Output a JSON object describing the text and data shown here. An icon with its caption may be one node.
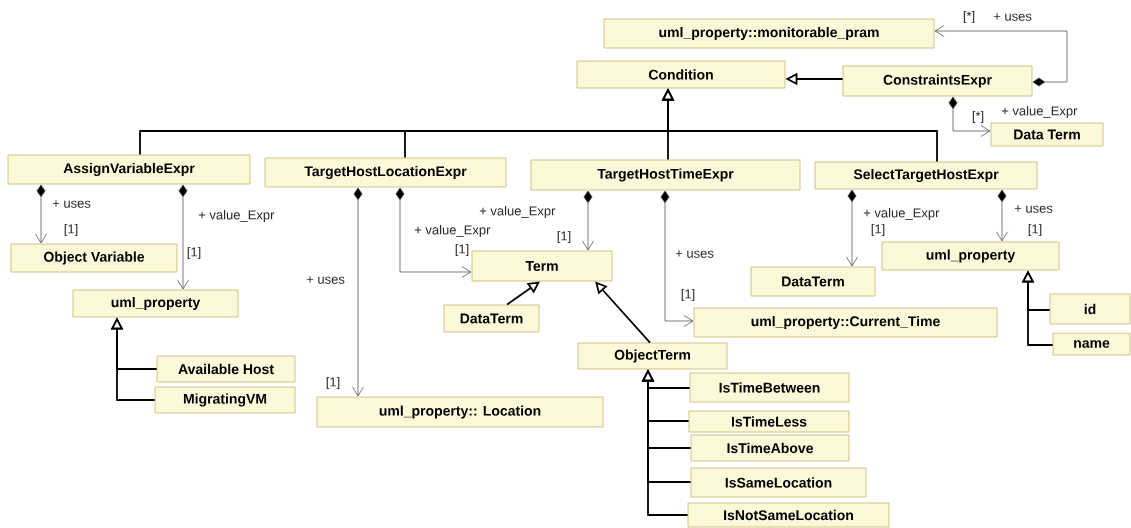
{
  "diagram": {
    "nodes": [
      {
        "text": [
          "uml_property::monitorable_pram"
        ]
      },
      {
        "text": [
          "Condition"
        ]
      },
      {
        "text": [
          "ConstraintsExpr"
        ]
      },
      {
        "text": [
          "Data Term"
        ]
      },
      {
        "text": [
          "AssignVariableExpr"
        ]
      },
      {
        "text": [
          "TargetHostLocationExpr"
        ]
      },
      {
        "text": [
          "TargetHostTimeExpr"
        ]
      },
      {
        "text": [
          "SelectTargetHostExpr"
        ]
      },
      {
        "text": [
          "Object Variable"
        ]
      },
      {
        "text": [
          "uml_property"
        ]
      },
      {
        "text": [
          "Term"
        ]
      },
      {
        "text": [
          "DataTerm"
        ]
      },
      {
        "text": [
          "DataTerm"
        ]
      },
      {
        "text": [
          "uml_property"
        ]
      },
      {
        "text": [
          "uml_property::Current_Time"
        ]
      },
      {
        "text": [
          "ObjectTerm"
        ]
      },
      {
        "text": [
          "id"
        ]
      },
      {
        "text": [
          "name"
        ]
      },
      {
        "text": [
          "Available Host"
        ]
      },
      {
        "text": [
          "MigratingVM"
        ]
      },
      {
        "text": [
          "uml_property:: Location"
        ]
      },
      {
        "text": [
          "IsTimeBetween"
        ]
      },
      {
        "text": [
          "IsTimeLess"
        ]
      },
      {
        "text": [
          "IsTimeAbove"
        ]
      },
      {
        "text": [
          "IsSameLocation"
        ]
      },
      {
        "text": [
          "IsNotSameLocation"
        ]
      }
    ],
    "edges": [
      {
        "from": 2,
        "to": 0,
        "arrow": "to",
        "label": "+ uses",
        "color": "#444444"
      },
      {
        "from": 2,
        "to": 3,
        "arrow": "to",
        "label": "+ value_Expr",
        "color": "#444444"
      },
      {
        "from": 4,
        "to": 8,
        "arrow": "to",
        "label": "+ uses",
        "color": "#444444"
      },
      {
        "from": 4,
        "to": 9,
        "arrow": "to",
        "label": "+ value_Expr",
        "color": "#444444"
      },
      {
        "from": 5,
        "to": 20,
        "arrow": "to",
        "label": "+ uses",
        "color": "#444444"
      },
      {
        "from": 5,
        "to": 10,
        "arrow": "to",
        "label": "+ value_Expr",
        "color": "#444444"
      },
      {
        "from": 6,
        "to": 10,
        "arrow": "to",
        "label": "+ value_Expr",
        "color": "#444444"
      },
      {
        "from": 6,
        "to": 14,
        "arrow": "to",
        "label": "+ uses",
        "color": "#444444"
      },
      {
        "from": 7,
        "to": 12,
        "arrow": "to",
        "label": "+ value_Expr",
        "color": "#444444"
      },
      {
        "from": 7,
        "to": 13,
        "arrow": "to",
        "label": "+ uses",
        "color": "#444444"
      },
      {
        "from": 2,
        "to": 1,
        "arrow": "to"
      },
      {
        "from": 4,
        "to": 1,
        "arrow": "to"
      },
      {
        "from": 5,
        "to": 1,
        "arrow": "to"
      },
      {
        "from": 6,
        "to": 1,
        "arrow": "to"
      },
      {
        "from": 7,
        "to": 1,
        "arrow": "to"
      },
      {
        "from": 11,
        "to": 10,
        "arrow": "to"
      },
      {
        "from": 15,
        "to": 10,
        "arrow": "to"
      },
      {
        "from": 18,
        "to": 9,
        "arrow": "to"
      },
      {
        "from": 19,
        "to": 9,
        "arrow": "to"
      },
      {
        "from": 16,
        "to": 13,
        "arrow": "to"
      },
      {
        "from": 17,
        "to": 13,
        "arrow": "to"
      },
      {
        "from": 21,
        "to": 15,
        "arrow": "to"
      },
      {
        "from": 22,
        "to": 15,
        "arrow": "to"
      },
      {
        "from": 23,
        "to": 15,
        "arrow": "to"
      },
      {
        "from": 24,
        "to": 15,
        "arrow": "to"
      },
      {
        "from": 25,
        "to": 15,
        "arrow": "to"
      }
    ],
    "labels": [
      "[*]",
      "[*]",
      "[1]",
      "[1]",
      "[1]",
      "[1]",
      "[1]",
      "[1]",
      "[1]",
      "[1]"
    ]
  }
}
